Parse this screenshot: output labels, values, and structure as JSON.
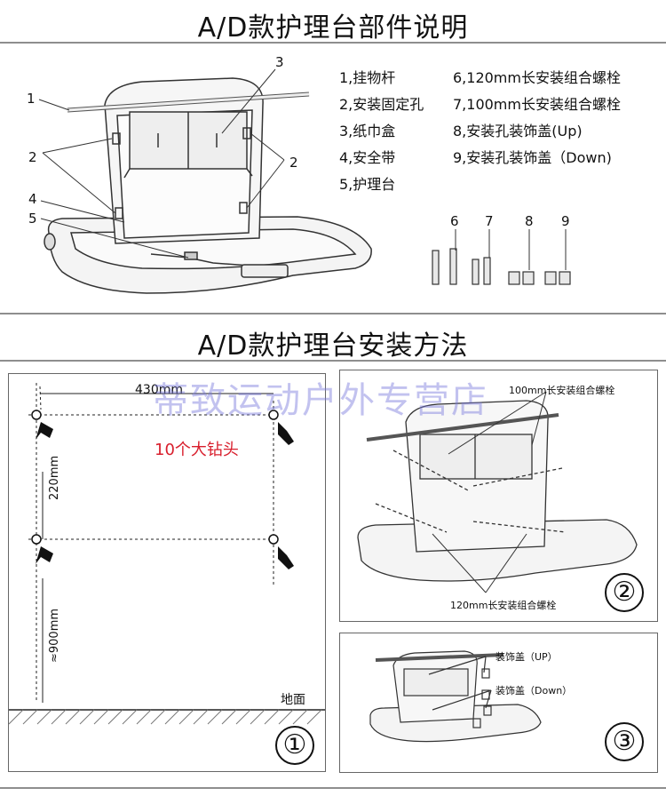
{
  "section1": {
    "title": "A/D款护理台部件说明"
  },
  "section2": {
    "title": "A/D款护理台安装方法"
  },
  "parts_left": [
    "1,挂物杆",
    "2,安装固定孔",
    "3,纸巾盒",
    "4,安全带",
    "5,护理台"
  ],
  "parts_right": [
    "6,120mm长安装组合螺栓",
    "7,100mm长安装组合螺栓",
    "8,安装孔装饰盖(Up)",
    "9,安装孔装饰盖（Down)"
  ],
  "callouts": {
    "c1": "1",
    "c2a": "2",
    "c2b": "2",
    "c3": "3",
    "c4": "4",
    "c5": "5"
  },
  "hardware_numbers": [
    "6",
    "7",
    "8",
    "9"
  ],
  "panel1": {
    "width_dim": "430mm",
    "drill_note": "10个大钻头",
    "vertical_dim": "220mm",
    "height_dim": "≈900mm",
    "floor": "地面",
    "step": "①"
  },
  "panel2": {
    "bolt100": "100mm长安装组合螺栓",
    "bolt120": "120mm长安装组合螺栓",
    "step": "②"
  },
  "panel3": {
    "cap_up": "装饰盖（UP）",
    "cap_down": "装饰盖（Down）",
    "step": "③"
  },
  "watermark": "蒂致运动户外专营店",
  "colors": {
    "drill_note": "#d81e2c",
    "watermark": "#7878dc"
  }
}
